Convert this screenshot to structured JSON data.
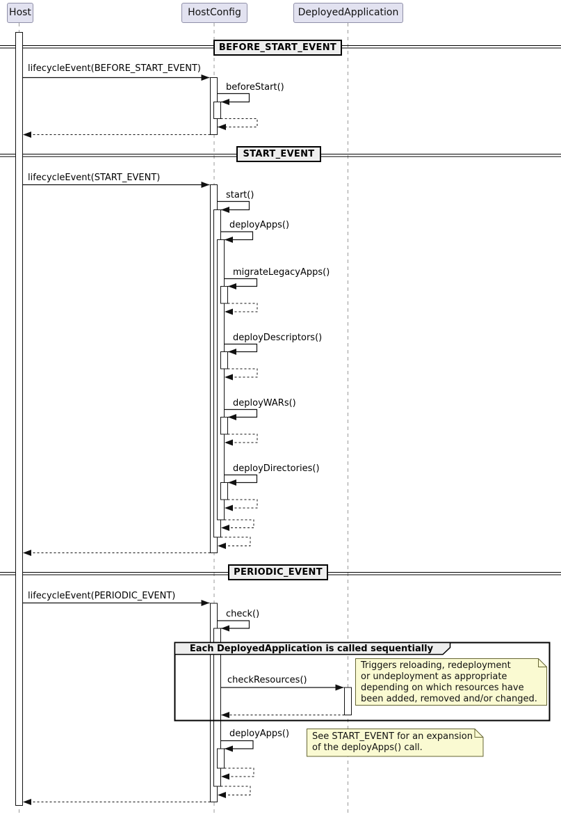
{
  "participants": [
    {
      "label": "Host"
    },
    {
      "label": "HostConfig"
    },
    {
      "label": "DeployedApplication"
    }
  ],
  "dividers": [
    {
      "label": "BEFORE_START_EVENT"
    },
    {
      "label": "START_EVENT"
    },
    {
      "label": "PERIODIC_EVENT"
    }
  ],
  "messages": [
    {
      "label": "lifecycleEvent(BEFORE_START_EVENT)",
      "from": "Host",
      "to": "HostConfig",
      "kind": "call"
    },
    {
      "label": "beforeStart()",
      "from": "HostConfig",
      "to": "HostConfig",
      "kind": "self-call"
    },
    {
      "label": "lifecycleEvent(START_EVENT)",
      "from": "Host",
      "to": "HostConfig",
      "kind": "call"
    },
    {
      "label": "start()",
      "from": "HostConfig",
      "to": "HostConfig",
      "kind": "self-call"
    },
    {
      "label": "deployApps()",
      "from": "HostConfig",
      "to": "HostConfig",
      "kind": "self-call"
    },
    {
      "label": "migrateLegacyApps()",
      "from": "HostConfig",
      "to": "HostConfig",
      "kind": "self-call"
    },
    {
      "label": "deployDescriptors()",
      "from": "HostConfig",
      "to": "HostConfig",
      "kind": "self-call"
    },
    {
      "label": "deployWARs()",
      "from": "HostConfig",
      "to": "HostConfig",
      "kind": "self-call"
    },
    {
      "label": "deployDirectories()",
      "from": "HostConfig",
      "to": "HostConfig",
      "kind": "self-call"
    },
    {
      "label": "lifecycleEvent(PERIODIC_EVENT)",
      "from": "Host",
      "to": "HostConfig",
      "kind": "call"
    },
    {
      "label": "check()",
      "from": "HostConfig",
      "to": "HostConfig",
      "kind": "self-call"
    },
    {
      "label": "checkResources()",
      "from": "HostConfig",
      "to": "DeployedApplication",
      "kind": "call"
    },
    {
      "label": "deployApps()",
      "from": "HostConfig",
      "to": "HostConfig",
      "kind": "self-call"
    }
  ],
  "group": {
    "label": "Each DeployedApplication is called sequentially"
  },
  "notes": [
    {
      "text": "Triggers reloading, redeployment\nor undeployment as appropriate\ndepending on which resources have\nbeen added, removed and/or changed."
    },
    {
      "text": "See START_EVENT for an expansion\nof the deployApps() call."
    }
  ],
  "colors": {
    "participant_fill": "#E2E2F0",
    "divider_fill": "#EEEEEE",
    "group_header_fill": "#EEEEEE",
    "note_fill": "#FAFAD2",
    "line": "#111111",
    "lifeline": "#999999"
  }
}
